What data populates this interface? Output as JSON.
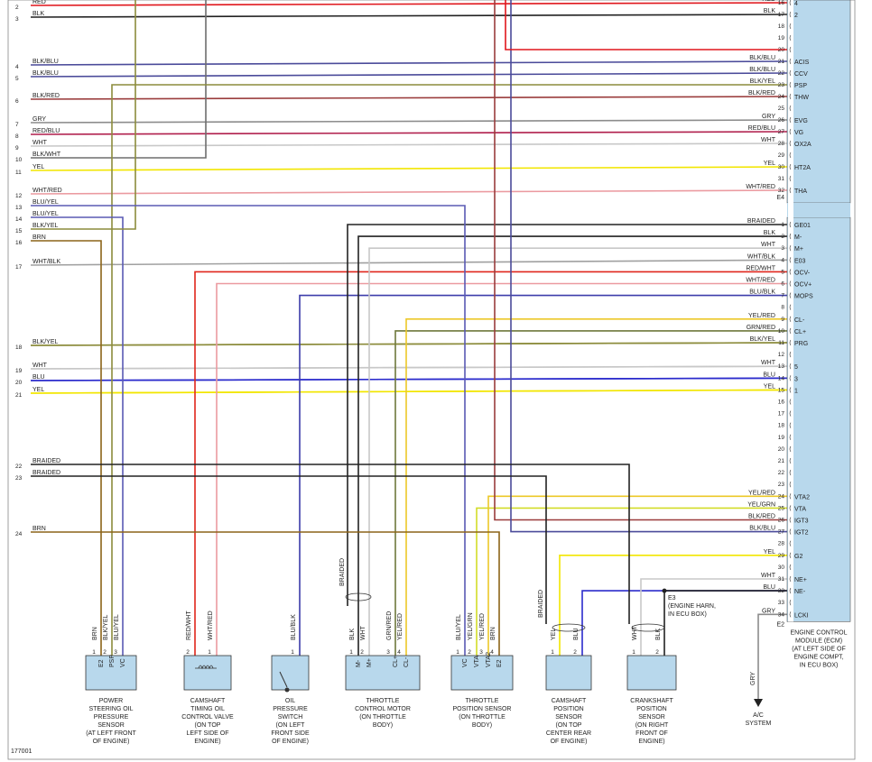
{
  "colors": {
    "RED": "#e0161c",
    "BLK": "#222222",
    "BLU": "#2b2bcc",
    "YEL": "#f2e600",
    "WHT": "#c8c8c8",
    "GRY": "#8c8c8c",
    "BRN": "#8c6418",
    "BLK/BLU": "#4b4b9a",
    "BLK/YEL": "#8c8c3c",
    "BLK/RED": "#9a3c3c",
    "RED/BLU": "#b01e4c",
    "BLK/WHT": "#6e6e6e",
    "WHT/RED": "#eb9aa0",
    "BLU/YEL": "#5a5ab4",
    "WHT/BLK": "#a0a0a0",
    "RED/WHT": "#e0261c",
    "BLU/BLK": "#3c3caa",
    "YEL/RED": "#ecc828",
    "GRN/RED": "#6e783c",
    "YEL/GRN": "#d2dc28",
    "BRAIDED": "#222222",
    "connector": "#b8d8ec"
  },
  "left_wires": [
    {
      "num": "2",
      "label": "RED"
    },
    {
      "num": "3",
      "label": "BLK"
    },
    {
      "num": "4",
      "label": "BLK/BLU"
    },
    {
      "num": "5",
      "label": "BLK/BLU"
    },
    {
      "num": "6",
      "label": "BLK/RED"
    },
    {
      "num": "7",
      "label": "GRY"
    },
    {
      "num": "8",
      "label": "RED/BLU"
    },
    {
      "num": "9",
      "label": "WHT"
    },
    {
      "num": "10",
      "label": "BLK/WHT"
    },
    {
      "num": "11",
      "label": "YEL"
    },
    {
      "num": "12",
      "label": "WHT/RED"
    },
    {
      "num": "13",
      "label": "BLU/YEL"
    },
    {
      "num": "14",
      "label": "BLU/YEL"
    },
    {
      "num": "15",
      "label": "BLK/YEL"
    },
    {
      "num": "16",
      "label": "BRN"
    },
    {
      "num": "17",
      "label": "WHT/BLK"
    },
    {
      "num": "18",
      "label": "BLK/YEL"
    },
    {
      "num": "19",
      "label": "WHT"
    },
    {
      "num": "20",
      "label": "BLU"
    },
    {
      "num": "21",
      "label": "YEL"
    },
    {
      "num": "22",
      "label": "BRAIDED"
    },
    {
      "num": "23",
      "label": "BRAIDED"
    },
    {
      "num": "24",
      "label": "BRN"
    }
  ],
  "ecm_upper_pins": [
    {
      "pin": "16",
      "wire": "RED",
      "fn": "4"
    },
    {
      "pin": "17",
      "wire": "BLK",
      "fn": "2"
    },
    {
      "pin": "18",
      "wire": "",
      "fn": ""
    },
    {
      "pin": "19",
      "wire": "",
      "fn": ""
    },
    {
      "pin": "20",
      "wire": "",
      "fn": ""
    },
    {
      "pin": "21",
      "wire": "BLK/BLU",
      "fn": "ACIS"
    },
    {
      "pin": "22",
      "wire": "BLK/BLU",
      "fn": "CCV"
    },
    {
      "pin": "23",
      "wire": "BLK/YEL",
      "fn": "PSP"
    },
    {
      "pin": "24",
      "wire": "BLK/RED",
      "fn": "THW"
    },
    {
      "pin": "25",
      "wire": "",
      "fn": ""
    },
    {
      "pin": "26",
      "wire": "GRY",
      "fn": "EVG"
    },
    {
      "pin": "27",
      "wire": "RED/BLU",
      "fn": "VG"
    },
    {
      "pin": "28",
      "wire": "WHT",
      "fn": "OX2A"
    },
    {
      "pin": "29",
      "wire": "",
      "fn": ""
    },
    {
      "pin": "30",
      "wire": "YEL",
      "fn": "HT2A"
    },
    {
      "pin": "31",
      "wire": "",
      "fn": ""
    },
    {
      "pin": "32",
      "wire": "WHT/RED",
      "fn": "THA"
    }
  ],
  "ecm_upper_connector": "E4",
  "ecm_lower_pins": [
    {
      "pin": "1",
      "wire": "BRAIDED",
      "fn": "GE01"
    },
    {
      "pin": "2",
      "wire": "BLK",
      "fn": "M-"
    },
    {
      "pin": "3",
      "wire": "WHT",
      "fn": "M+"
    },
    {
      "pin": "4",
      "wire": "WHT/BLK",
      "fn": "E03"
    },
    {
      "pin": "5",
      "wire": "RED/WHT",
      "fn": "OCV-"
    },
    {
      "pin": "6",
      "wire": "WHT/RED",
      "fn": "OCV+"
    },
    {
      "pin": "7",
      "wire": "BLU/BLK",
      "fn": "MOPS"
    },
    {
      "pin": "8",
      "wire": "",
      "fn": ""
    },
    {
      "pin": "9",
      "wire": "YEL/RED",
      "fn": "CL-"
    },
    {
      "pin": "10",
      "wire": "GRN/RED",
      "fn": "CL+"
    },
    {
      "pin": "11",
      "wire": "BLK/YEL",
      "fn": "PRG"
    },
    {
      "pin": "12",
      "wire": "",
      "fn": ""
    },
    {
      "pin": "13",
      "wire": "WHT",
      "fn": "5"
    },
    {
      "pin": "14",
      "wire": "BLU",
      "fn": "3"
    },
    {
      "pin": "15",
      "wire": "YEL",
      "fn": "1"
    },
    {
      "pin": "16",
      "wire": "",
      "fn": ""
    },
    {
      "pin": "17",
      "wire": "",
      "fn": ""
    },
    {
      "pin": "18",
      "wire": "",
      "fn": ""
    },
    {
      "pin": "19",
      "wire": "",
      "fn": ""
    },
    {
      "pin": "20",
      "wire": "",
      "fn": ""
    },
    {
      "pin": "21",
      "wire": "",
      "fn": ""
    },
    {
      "pin": "22",
      "wire": "",
      "fn": ""
    },
    {
      "pin": "23",
      "wire": "",
      "fn": ""
    },
    {
      "pin": "24",
      "wire": "YEL/RED",
      "fn": "VTA2"
    },
    {
      "pin": "25",
      "wire": "YEL/GRN",
      "fn": "VTA"
    },
    {
      "pin": "26",
      "wire": "BLK/RED",
      "fn": "IGT3"
    },
    {
      "pin": "27",
      "wire": "BLK/BLU",
      "fn": "IGT2"
    },
    {
      "pin": "28",
      "wire": "",
      "fn": ""
    },
    {
      "pin": "29",
      "wire": "YEL",
      "fn": "G2"
    },
    {
      "pin": "30",
      "wire": "",
      "fn": ""
    },
    {
      "pin": "31",
      "wire": "WHT",
      "fn": "NE+"
    },
    {
      "pin": "32",
      "wire": "BLU",
      "fn": "NE-"
    },
    {
      "pin": "33",
      "wire": "",
      "fn": ""
    },
    {
      "pin": "34",
      "wire": "GRY",
      "fn": "LCKI"
    }
  ],
  "ecm_lower_connector": "E2",
  "ecm_caption": [
    "ENGINE CONTROL",
    "MODULE (ECM)",
    "(AT LEFT SIDE OF",
    "ENGINE COMPT,",
    "IN ECU BOX)"
  ],
  "ground_label": [
    "E3",
    "(ENGINE HARN,",
    "IN ECU BOX)"
  ],
  "components": [
    {
      "id": "psp",
      "wires": [
        "BRN",
        "BLK/YEL",
        "BLU/YEL"
      ],
      "pins": [
        "1",
        "2",
        "3"
      ],
      "terms": [
        "E2",
        "PSP",
        "VC"
      ],
      "caption": [
        "POWER",
        "STEERING OIL",
        "PRESSURE",
        "SENSOR",
        "(AT LEFT FRONT",
        "OF ENGINE)"
      ]
    },
    {
      "id": "ocv",
      "wires": [
        "RED/WHT",
        "WHT/RED"
      ],
      "pins": [
        "2",
        "1"
      ],
      "terms": [],
      "caption": [
        "CAMSHAFT",
        "TIMING OIL",
        "CONTROL VALVE",
        "(ON TOP",
        "LEFT SIDE OF",
        "ENGINE)"
      ]
    },
    {
      "id": "ops",
      "wires": [
        "BLU/BLK"
      ],
      "pins": [
        "1"
      ],
      "terms": [],
      "caption": [
        "OIL",
        "PRESSURE",
        "SWITCH",
        "(ON LEFT",
        "FRONT SIDE",
        "OF ENGINE)"
      ]
    },
    {
      "id": "tcm",
      "wires": [
        "BLK",
        "WHT",
        "GRN/RED",
        "YEL/RED"
      ],
      "pins": [
        "1",
        "2",
        "3",
        "4"
      ],
      "terms": [
        "M-",
        "M+",
        "CL+",
        "CL-"
      ],
      "caption": [
        "THROTTLE",
        "CONTROL MOTOR",
        "(ON THROTTLE",
        "BODY)"
      ]
    },
    {
      "id": "tps",
      "wires": [
        "BLU/YEL",
        "YEL/GRN",
        "YEL/RED",
        "BRN"
      ],
      "pins": [
        "1",
        "2",
        "3",
        "4"
      ],
      "terms": [
        "VC",
        "VTA",
        "VTA2",
        "E2"
      ],
      "caption": [
        "THROTTLE",
        "POSITION SENSOR",
        "(ON THROTTLE",
        "BODY)"
      ]
    },
    {
      "id": "cmp",
      "wires": [
        "YEL",
        "BLU"
      ],
      "pins": [
        "1",
        "2"
      ],
      "terms": [],
      "caption": [
        "CAMSHAFT",
        "POSITION",
        "SENSOR",
        "(ON TOP",
        "CENTER REAR",
        "OF ENGINE)"
      ]
    },
    {
      "id": "ckp",
      "wires": [
        "WHT",
        "BLK"
      ],
      "pins": [
        "1",
        "2"
      ],
      "terms": [],
      "caption": [
        "CRANKSHAFT",
        "POSITION",
        "SENSOR",
        "(ON RIGHT",
        "FRONT OF",
        "ENGINE)"
      ]
    },
    {
      "id": "ac",
      "wires": [
        "GRY"
      ],
      "pins": [],
      "terms": [],
      "caption": [
        "A/C",
        "SYSTEM"
      ]
    }
  ],
  "braided_labels": [
    "BRAIDED",
    "BRAIDED",
    "BRAIDED"
  ],
  "figure_number": "177001"
}
